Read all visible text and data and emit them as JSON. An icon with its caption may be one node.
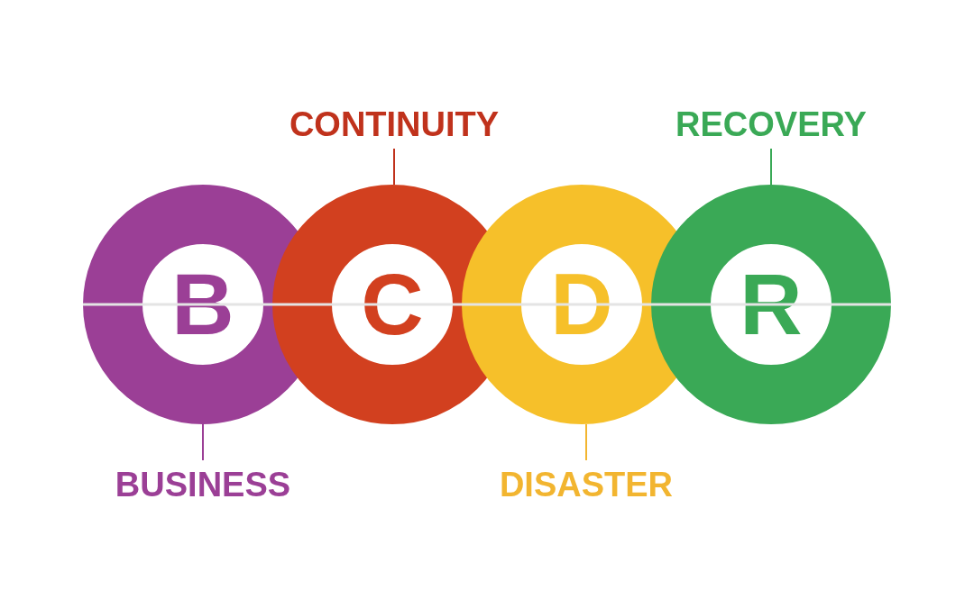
{
  "diagram": {
    "nodes": [
      {
        "text": [
          "CONTINUITY"
        ]
      },
      {
        "text": [
          "RECOVERY"
        ]
      },
      {
        "text": [
          "B"
        ]
      },
      {
        "text": [
          "C"
        ]
      },
      {
        "text": [
          "D"
        ]
      },
      {
        "text": [
          "R"
        ]
      },
      {
        "text": [
          "BUSINESS"
        ]
      },
      {
        "text": [
          "DISASTER"
        ]
      }
    ],
    "edges": [
      {
        "from": 0,
        "to": 3,
        "arrow": "none",
        "color": "#c0321c"
      },
      {
        "from": 1,
        "to": 5,
        "arrow": "none",
        "color": "#3aa956"
      },
      {
        "from": 6,
        "to": 2,
        "arrow": "none",
        "color": "#9b3f96"
      },
      {
        "from": 7,
        "to": 4,
        "arrow": "none",
        "color": "#f2b530"
      }
    ]
  }
}
